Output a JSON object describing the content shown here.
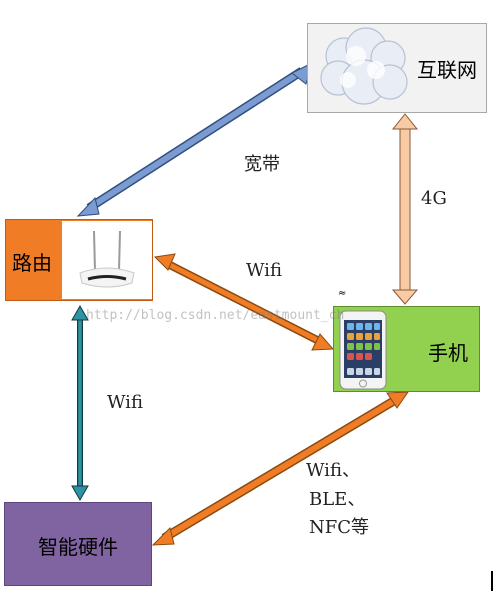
{
  "nodes": {
    "internet": "互联网",
    "router": "路由",
    "phone": "手机",
    "hardware": "智能硬件"
  },
  "edges": {
    "router_internet": "宽带",
    "phone_internet": "4G",
    "router_phone": "Wifi",
    "router_hardware": "Wifi",
    "phone_hardware": [
      "Wifi、",
      "BLE、",
      "NFC等"
    ]
  },
  "watermark": "http://blog.csdn.net/eastmount_ch",
  "colors": {
    "router_internet_arrow": "#6d8ec7",
    "phone_internet_arrow": "#f8cba5",
    "router_phone_arrow": "#f07d26",
    "router_hardware_arrow": "#2e93a2",
    "phone_hardware_arrow": "#f07d26"
  }
}
